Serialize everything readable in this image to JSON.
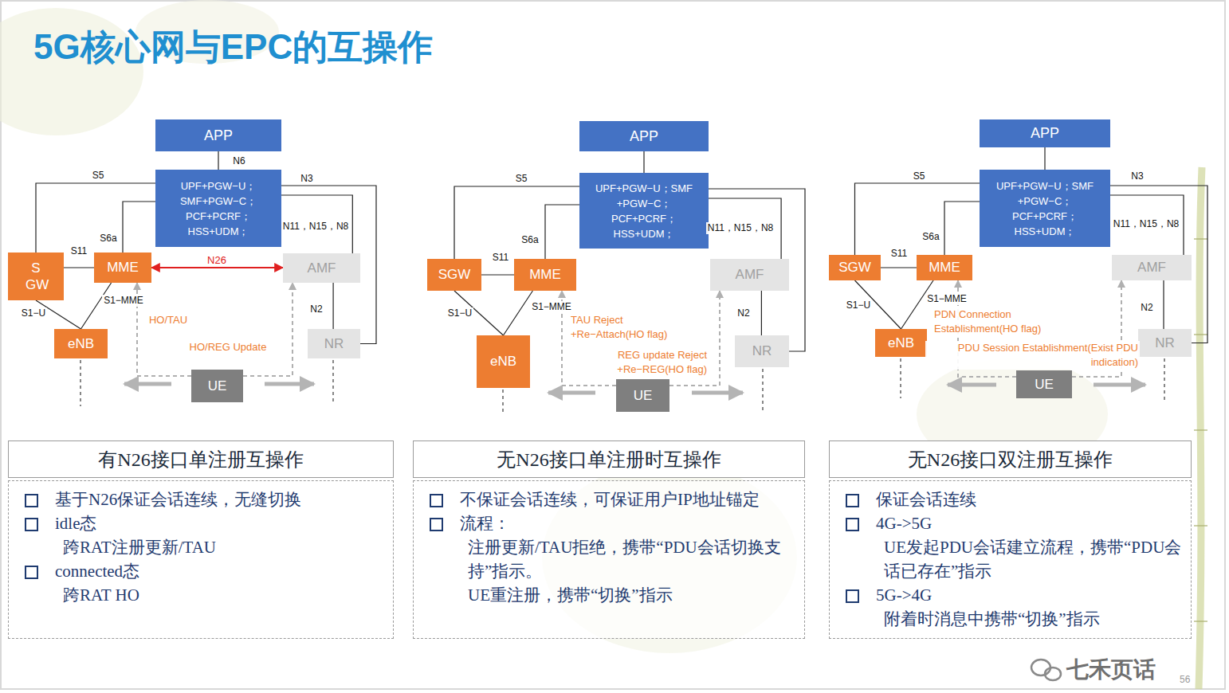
{
  "diagram": {
    "title": "5G核心网与EPC的互操作",
    "nodes": [
      {
        "text": [
          "APP"
        ]
      },
      {
        "text": [
          "UPF+PGW−U； SMF+PGW−C； PCF+PCRF； HSS+UDM；"
        ]
      },
      {
        "text": [
          "S GW"
        ]
      },
      {
        "text": [
          "MME"
        ]
      },
      {
        "text": [
          "AMF"
        ]
      },
      {
        "text": [
          "eNB"
        ]
      },
      {
        "text": [
          "NR"
        ]
      },
      {
        "text": [
          "UE"
        ]
      },
      {
        "text": [
          "APP"
        ]
      },
      {
        "text": [
          "UPF+PGW−U；SMF +PGW−C； PCF+PCRF； HSS+UDM；"
        ]
      },
      {
        "text": [
          "SGW"
        ]
      },
      {
        "text": [
          "MME"
        ]
      },
      {
        "text": [
          "AMF"
        ]
      },
      {
        "text": [
          "eNB"
        ]
      },
      {
        "text": [
          "NR"
        ]
      },
      {
        "text": [
          "UE"
        ]
      },
      {
        "text": [
          "APP"
        ]
      },
      {
        "text": [
          "UPF+PGW−U；SMF +PGW−C； PCF+PCRF； HSS+UDM；"
        ]
      },
      {
        "text": [
          "SGW"
        ]
      },
      {
        "text": [
          "MME"
        ]
      },
      {
        "text": [
          "AMF"
        ]
      },
      {
        "text": [
          "eNB"
        ]
      },
      {
        "text": [
          "NR"
        ]
      },
      {
        "text": [
          "UE"
        ]
      },
      {
        "text": [
          "有N26接口单注册互操作"
        ]
      },
      {
        "text": [
          "基于N26保证会话连续，无缝切换",
          "idle态",
          "跨RAT注册更新/TAU",
          "connected态",
          "跨RAT HO"
        ]
      },
      {
        "text": [
          "无N26接口单注册时互操作"
        ]
      },
      {
        "text": [
          "不保证会话连续，可保证用户IP地址锚定",
          "流程：",
          "注册更新/TAU拒绝，携带“PDU会话切换支持”指示。",
          "UE重注册，携带“切换”指示"
        ]
      },
      {
        "text": [
          "无N26接口双注册互操作"
        ]
      },
      {
        "text": [
          "保证会话连续",
          "4G->5G",
          "UE发起PDU会话建立流程，携带“PDU会话已存在”指示",
          "5G->4G",
          "附着时消息中携带“切换”指示"
        ]
      }
    ],
    "edges": [
      {
        "from": 0,
        "to": 1,
        "arrow": "none",
        "label": "N6"
      },
      {
        "from": 1,
        "to": 2,
        "arrow": "none",
        "label": "S5"
      },
      {
        "from": 1,
        "to": 3,
        "arrow": "none",
        "label": "S6a"
      },
      {
        "from": 1,
        "to": 4,
        "arrow": "none",
        "label": "N11，N15，N8"
      },
      {
        "from": 1,
        "to": 6,
        "arrow": "none",
        "label": "N3"
      },
      {
        "from": 2,
        "to": 3,
        "arrow": "none",
        "label": "S11"
      },
      {
        "from": 3,
        "to": 4,
        "arrow": "both",
        "label": "N26"
      },
      {
        "from": 2,
        "to": 5,
        "arrow": "none",
        "label": "S1−U"
      },
      {
        "from": 3,
        "to": 5,
        "arrow": "none",
        "label": "S1−MME"
      },
      {
        "from": 4,
        "to": 6,
        "arrow": "none",
        "label": "N2"
      },
      {
        "from": 7,
        "to": 3,
        "arrow": "to",
        "label": "HO/TAU"
      },
      {
        "from": 7,
        "to": 4,
        "arrow": "to",
        "label": "HO/REG Update"
      },
      {
        "from": 8,
        "to": 9,
        "arrow": "none"
      },
      {
        "from": 9,
        "to": 10,
        "arrow": "none",
        "label": "S5"
      },
      {
        "from": 9,
        "to": 11,
        "arrow": "none",
        "label": "S6a"
      },
      {
        "from": 9,
        "to": 12,
        "arrow": "none",
        "label": "N11，N15，N8"
      },
      {
        "from": 9,
        "to": 14,
        "arrow": "none"
      },
      {
        "from": 10,
        "to": 11,
        "arrow": "none",
        "label": "S11"
      },
      {
        "from": 10,
        "to": 13,
        "arrow": "none",
        "label": "S1−U"
      },
      {
        "from": 11,
        "to": 13,
        "arrow": "none",
        "label": "S1−MME"
      },
      {
        "from": 12,
        "to": 14,
        "arrow": "none",
        "label": "N2"
      },
      {
        "from": 15,
        "to": 11,
        "arrow": "to",
        "label": "TAU Reject +Re−Attach(HO flag)"
      },
      {
        "from": 15,
        "to": 12,
        "arrow": "to",
        "label": "REG update Reject +Re−REG(HO flag)"
      },
      {
        "from": 16,
        "to": 17,
        "arrow": "none"
      },
      {
        "from": 17,
        "to": 18,
        "arrow": "none",
        "label": "S5"
      },
      {
        "from": 17,
        "to": 19,
        "arrow": "none",
        "label": "S6a"
      },
      {
        "from": 17,
        "to": 20,
        "arrow": "none",
        "label": "N11，N15，N8"
      },
      {
        "from": 17,
        "to": 22,
        "arrow": "none",
        "label": "N3"
      },
      {
        "from": 18,
        "to": 19,
        "arrow": "none",
        "label": "S11"
      },
      {
        "from": 18,
        "to": 21,
        "arrow": "none",
        "label": "S1−U"
      },
      {
        "from": 19,
        "to": 21,
        "arrow": "none",
        "label": "S1−MME"
      },
      {
        "from": 20,
        "to": 22,
        "arrow": "none",
        "label": "N2"
      },
      {
        "from": 23,
        "to": 19,
        "arrow": "to",
        "label": "PDN Connection Establishment(HO flag)"
      },
      {
        "from": 23,
        "to": 20,
        "arrow": "to",
        "label": "PDU Session Establishment(Exist PDU indication)"
      }
    ],
    "labels": [
      "七禾页话",
      "56"
    ]
  }
}
